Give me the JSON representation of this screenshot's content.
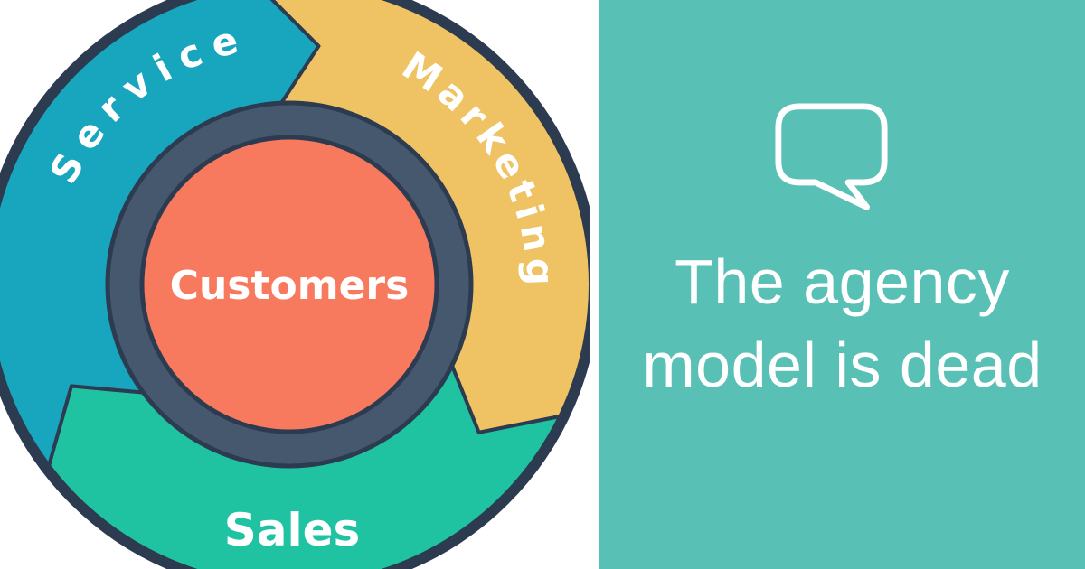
{
  "flywheel": {
    "center_label": "Customers",
    "segments": [
      {
        "id": "marketing",
        "label": "Marketing",
        "color": "#efc263"
      },
      {
        "id": "sales",
        "label": "Sales",
        "color": "#1fc3a2"
      },
      {
        "id": "service",
        "label": "Service",
        "color": "#18a5be"
      }
    ],
    "ring_color": "#46586e",
    "outline_color": "#2d3b50",
    "center_color": "#f87a5e",
    "label_color": "#ffffff",
    "background": "#ffffff"
  },
  "quote_panel": {
    "background": "#59c0b6",
    "icon": "speech-bubble-icon",
    "icon_color": "#ffffff",
    "headline_line1": "The agency",
    "headline_line2": "model is dead",
    "text_color": "#ffffff"
  }
}
